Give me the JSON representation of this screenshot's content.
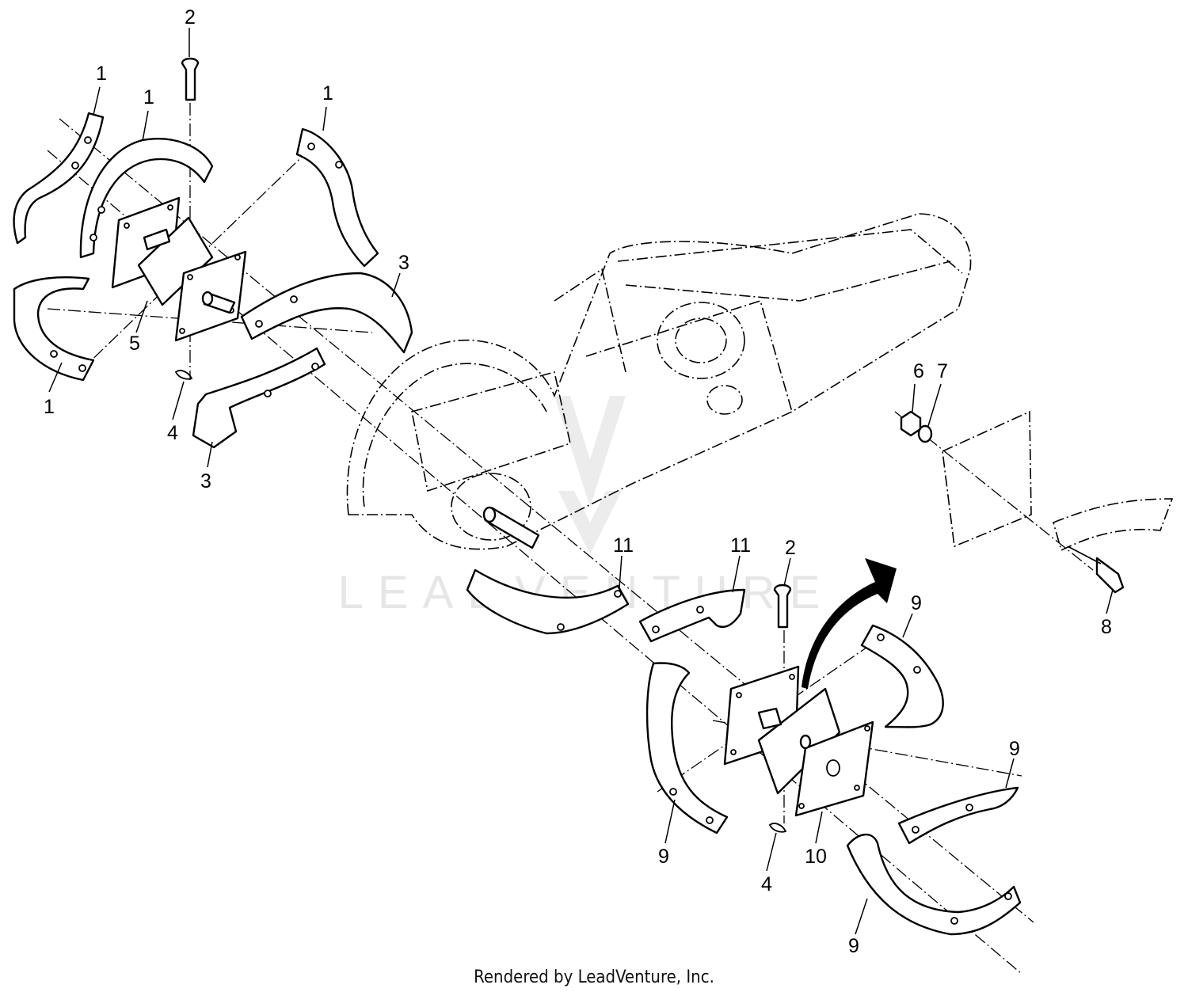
{
  "callouts": [
    {
      "id": "c1a",
      "label": "1"
    },
    {
      "id": "c1b",
      "label": "1"
    },
    {
      "id": "c1c",
      "label": "1"
    },
    {
      "id": "c1d",
      "label": "1"
    },
    {
      "id": "c2a",
      "label": "2"
    },
    {
      "id": "c3a",
      "label": "3"
    },
    {
      "id": "c3b",
      "label": "3"
    },
    {
      "id": "c4a",
      "label": "4"
    },
    {
      "id": "c5",
      "label": "5"
    },
    {
      "id": "c6",
      "label": "6"
    },
    {
      "id": "c7",
      "label": "7"
    },
    {
      "id": "c8",
      "label": "8"
    },
    {
      "id": "c9a",
      "label": "9"
    },
    {
      "id": "c9b",
      "label": "9"
    },
    {
      "id": "c9c",
      "label": "9"
    },
    {
      "id": "c9d",
      "label": "9"
    },
    {
      "id": "c10",
      "label": "10"
    },
    {
      "id": "c11a",
      "label": "11"
    },
    {
      "id": "c11b",
      "label": "11"
    },
    {
      "id": "c2b",
      "label": "2"
    },
    {
      "id": "c4b",
      "label": "4"
    }
  ],
  "watermark": "LEADVENTURE",
  "footer": "Rendered by LeadVenture, Inc."
}
